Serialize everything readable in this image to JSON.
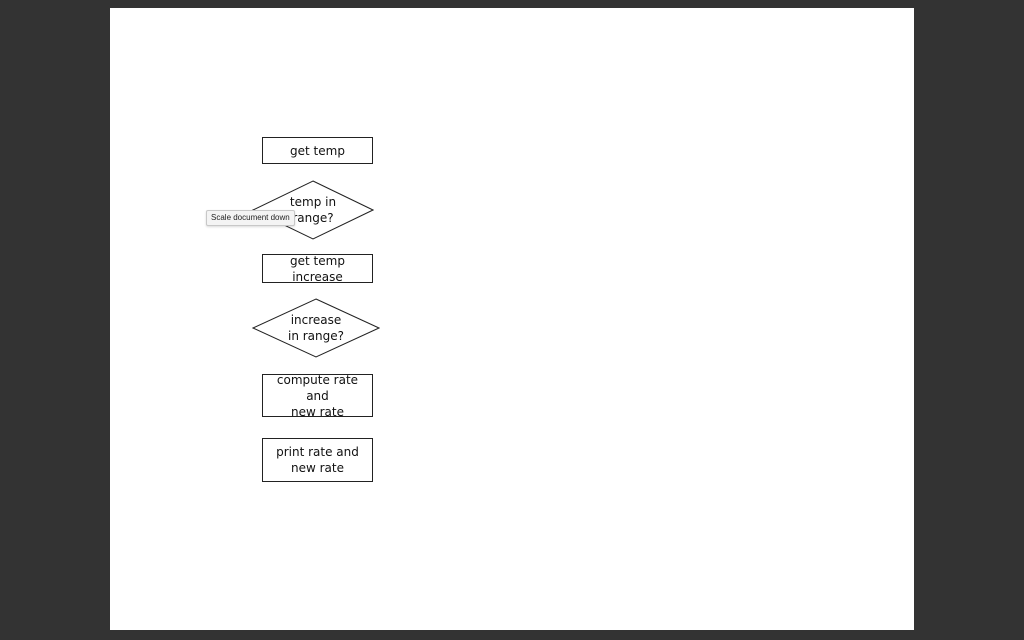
{
  "flowchart": {
    "steps": [
      {
        "kind": "process",
        "label": "get temp"
      },
      {
        "kind": "decision",
        "label": "temp in\nrange?"
      },
      {
        "kind": "process",
        "label": "get temp increase"
      },
      {
        "kind": "decision",
        "label": "increase\nin range?"
      },
      {
        "kind": "process",
        "label": "compute rate and\nnew rate"
      },
      {
        "kind": "process",
        "label": "print rate and\nnew rate"
      }
    ]
  },
  "tooltip": {
    "text": "Scale document down"
  },
  "colors": {
    "viewer_background": "#333333",
    "page_background": "#ffffff",
    "shape_stroke": "#222222"
  }
}
